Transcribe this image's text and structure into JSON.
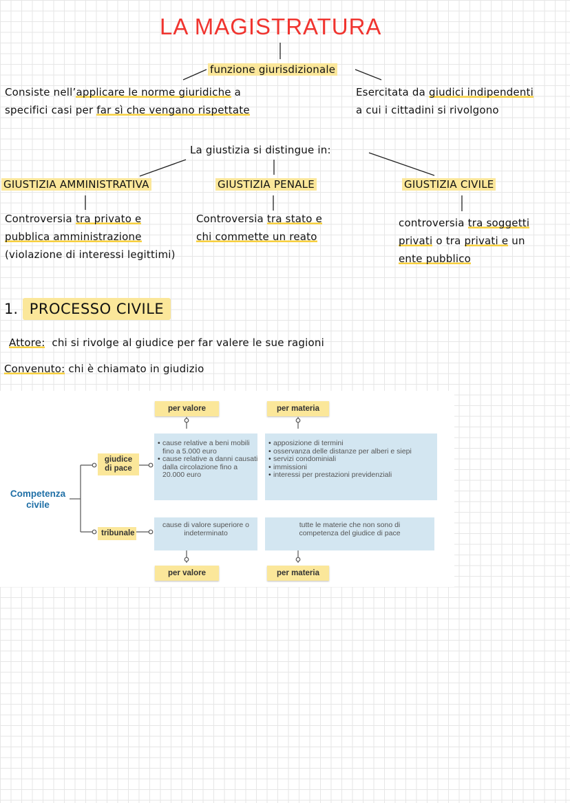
{
  "title": "LA MAGISTRATURA",
  "function": {
    "label": "funzione giurisdizionale",
    "left_line1": [
      "Consiste nell’",
      "applicare le norme ",
      "giuridiche",
      " a"
    ],
    "left_line2": [
      "specifici casi per ",
      "far sì che vengano rispettate"
    ],
    "right_line1": [
      "Esercitata da ",
      "giudici indipendenti"
    ],
    "right_line2": "a cui i cittadini si rivolgono"
  },
  "justice": {
    "intro": "La giustizia si distingue in:",
    "administrative": {
      "heading": "GIUSTIZIA AMMINISTRATIVA",
      "line1": [
        "Controversia ",
        "tra privato e"
      ],
      "line2": "pubblica amministrazione",
      "line3": "(violazione di interessi legittimi)"
    },
    "penal": {
      "heading": "GIUSTIZIA PENALE",
      "line1": [
        "Controversia ",
        "tra stato e"
      ],
      "line2": "chi commette un reato"
    },
    "civil": {
      "heading": "GIUSTIZIA CIVILE",
      "line1": [
        "controversia ",
        "tra soggetti"
      ],
      "line2": [
        "privati",
        " o tra ",
        "privati e",
        " un"
      ],
      "line3": "ente pubblico"
    }
  },
  "process": {
    "heading_number": "1.",
    "heading": "PROCESSO CIVILE",
    "attore_term": "Attore:",
    "attore_def": "chi si rivolge al giudice per far valere le sue ragioni",
    "convenuto_term": "Convenuto:",
    "convenuto_def": "chi è chiamato in giudizio"
  },
  "scheme": {
    "root_line1": "Competenza",
    "root_line2": "civile",
    "judge_of_peace_line1": "giudice",
    "judge_of_peace_line2": "di pace",
    "tribunal": "tribunale",
    "per_valore": "per valore",
    "per_materia": "per materia",
    "pace_valore": [
      "cause relative a beni mobili fino a 5.000 euro",
      "cause relative a danni causati dalla circolazione fino a 20.000 euro"
    ],
    "pace_materia": [
      "apposizione di termini",
      "osservanza delle distanze per alberi e siepi",
      "servizi condominiali",
      "immissioni",
      "interessi per prestazioni previdenziali"
    ],
    "tribunale_valore": "cause di valore superiore o indeterminato",
    "tribunale_materia": "tutte le materie che non sono di competenza del giudice di pace"
  },
  "colors": {
    "title": "#f0342f",
    "highlight": "#fbe79a",
    "underline": "#f7cf3d",
    "scheme_box": "#d3e6f1",
    "scheme_root": "#1f6fa6"
  }
}
